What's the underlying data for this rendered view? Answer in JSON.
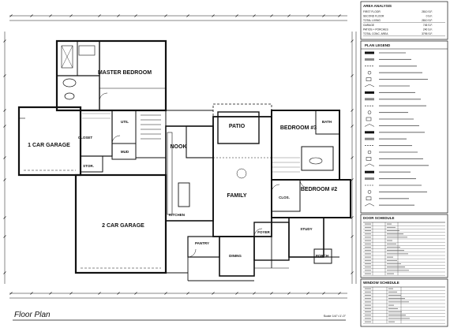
{
  "plan": {
    "title": "Floor Plan",
    "scale": "Scale 1/4\"=1'-0\""
  },
  "rooms": [
    {
      "key": "master-bedroom",
      "label": "MASTER BEDROOM"
    },
    {
      "key": "one-car-garage",
      "label": "1 CAR GARAGE"
    },
    {
      "key": "two-car-garage",
      "label": "2 CAR GARAGE"
    },
    {
      "key": "patio",
      "label": "PATIO"
    },
    {
      "key": "bedroom-3",
      "label": "BEDROOM #3"
    },
    {
      "key": "bedroom-2",
      "label": "BEDROOM #2"
    },
    {
      "key": "family",
      "label": "FAMILY"
    },
    {
      "key": "kitchen",
      "label": "KITCHEN"
    },
    {
      "key": "nook",
      "label": "NOOK"
    },
    {
      "key": "dining",
      "label": "DINING"
    },
    {
      "key": "study",
      "label": "STUDY"
    },
    {
      "key": "foyer",
      "label": "FOYER"
    },
    {
      "key": "porch",
      "label": "PORCH"
    },
    {
      "key": "util",
      "label": "UTIL"
    },
    {
      "key": "closet",
      "label": "CLOSET"
    },
    {
      "key": "storage",
      "label": "STOR."
    },
    {
      "key": "mud",
      "label": "MUD"
    },
    {
      "key": "pantry",
      "label": "PANTRY"
    },
    {
      "key": "bath",
      "label": "BATH"
    },
    {
      "key": "clos-2",
      "label": "CLOS."
    }
  ],
  "area_analysis": {
    "title": "AREA ANALYSIS",
    "rows": [
      {
        "label": "FIRST FLOOR",
        "value": "2810 S.F."
      },
      {
        "label": "SECOND FLOOR",
        "value": "0 S.F."
      },
      {
        "label": "TOTAL LIVING",
        "value": "2810 S.F."
      },
      {
        "label": "GARAGE",
        "value": "745 S.F."
      },
      {
        "label": "PATIOS + PORCHES",
        "value": "240 S.F."
      },
      {
        "label": "TOTAL CONC. AREA",
        "value": "3795 S.F."
      }
    ]
  },
  "plan_legend": {
    "title": "PLAN LEGEND"
  },
  "door_schedule": {
    "title": "DOOR SCHEDULE"
  },
  "window_schedule": {
    "title": "WINDOW SCHEDULE"
  }
}
